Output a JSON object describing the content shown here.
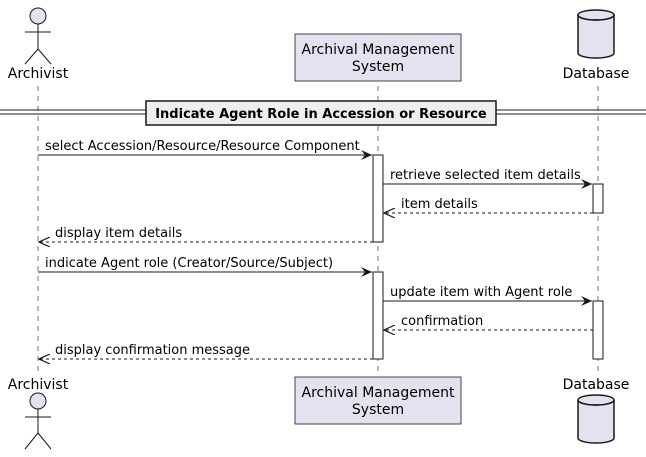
{
  "participants": {
    "archivist": {
      "label": "Archivist"
    },
    "system": {
      "label_line1": "Archival Management",
      "label_line2": "System"
    },
    "database": {
      "label": "Database"
    }
  },
  "group_title": "Indicate Agent Role in Accession or Resource",
  "messages": {
    "m1": "select Accession/Resource/Resource Component",
    "m2": "retrieve selected item details",
    "m3": "item details",
    "m4": "display item details",
    "m5": "indicate Agent role (Creator/Source/Subject)",
    "m6": "update item with Agent role",
    "m7": "confirmation",
    "m8": "display confirmation message"
  },
  "colors": {
    "participant_fill": "#e2e2f0",
    "participant_stroke": "#181818",
    "lifeline": "#181818"
  }
}
